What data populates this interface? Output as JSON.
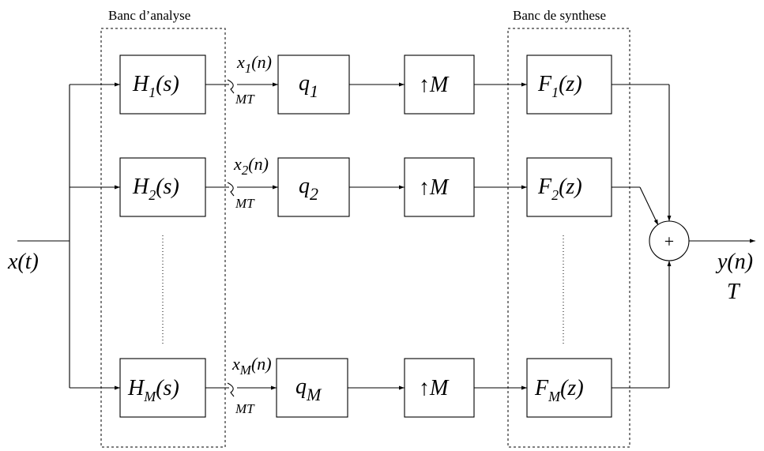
{
  "bank_labels": {
    "analysis": "Banc d’analyse",
    "synthesis": "Banc de synthese"
  },
  "input": {
    "signal": "x(t)"
  },
  "output": {
    "signal": "y(n)",
    "period": "T"
  },
  "adder": {
    "symbol": "+"
  },
  "branches": [
    {
      "analysis_filter": {
        "main": "H",
        "sub": "1",
        "arg": "(s)"
      },
      "sample": {
        "main": "x",
        "sub": "1",
        "arg": "(n)",
        "period": "MT"
      },
      "quantizer": {
        "main": "q",
        "sub": "1"
      },
      "upsampler": {
        "arrow": "↑",
        "factor": "M"
      },
      "synthesis_filter": {
        "main": "F",
        "sub": "1",
        "arg": "(z)"
      }
    },
    {
      "analysis_filter": {
        "main": "H",
        "sub": "2",
        "arg": "(s)"
      },
      "sample": {
        "main": "x",
        "sub": "2",
        "arg": "(n)",
        "period": "MT"
      },
      "quantizer": {
        "main": "q",
        "sub": "2"
      },
      "upsampler": {
        "arrow": "↑",
        "factor": "M"
      },
      "synthesis_filter": {
        "main": "F",
        "sub": "2",
        "arg": "(z)"
      }
    },
    {
      "analysis_filter": {
        "main": "H",
        "sub": "M",
        "arg": "(s)"
      },
      "sample": {
        "main": "x",
        "sub": "M",
        "arg": "(n)",
        "period": "MT"
      },
      "quantizer": {
        "main": "q",
        "sub": "M"
      },
      "upsampler": {
        "arrow": "↑",
        "factor": "M"
      },
      "synthesis_filter": {
        "main": "F",
        "sub": "M",
        "arg": "(z)"
      }
    }
  ]
}
